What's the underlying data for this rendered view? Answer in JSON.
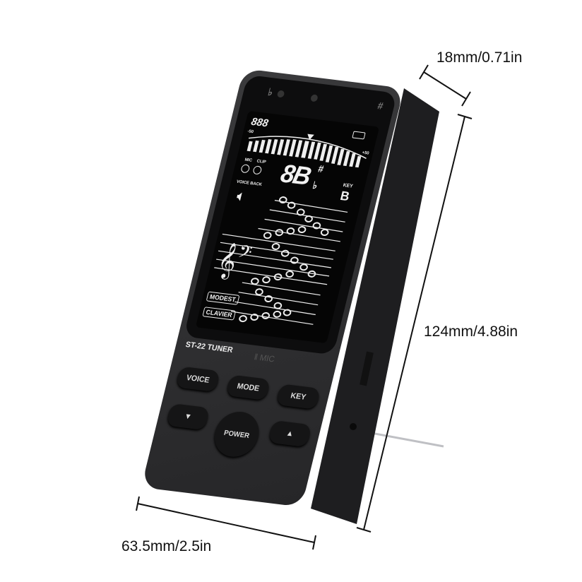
{
  "device": {
    "top_indicators": {
      "flat": "♭",
      "sharp": "#"
    },
    "lcd": {
      "counter": "888",
      "scale_min": "-50",
      "scale_max": "+50",
      "note_digits": "8B",
      "sharp": "#",
      "flat": "♭",
      "mic_label": "MIC",
      "clip_label": "CLIP",
      "voice_back_label": "VOICE BACK",
      "key_label": "KEY",
      "key_digit": "B",
      "mode_tags": [
        "MODEST",
        "CLAVIER"
      ]
    },
    "model_label": "ST-22 TUNER",
    "mic_label": "MIC",
    "buttons": {
      "voice": "VOICE",
      "mode": "MODE",
      "key": "KEY",
      "down": "▼",
      "power": "POWER",
      "up": "▲"
    }
  },
  "dimensions": {
    "thickness": "18mm/0.71in",
    "height": "124mm/4.88in",
    "width": "63.5mm/2.5in"
  },
  "colors": {
    "body": "#2e2e30",
    "screen": "#050505",
    "display_segments": "#f2f2f2",
    "stand": "#c8c8cc"
  }
}
